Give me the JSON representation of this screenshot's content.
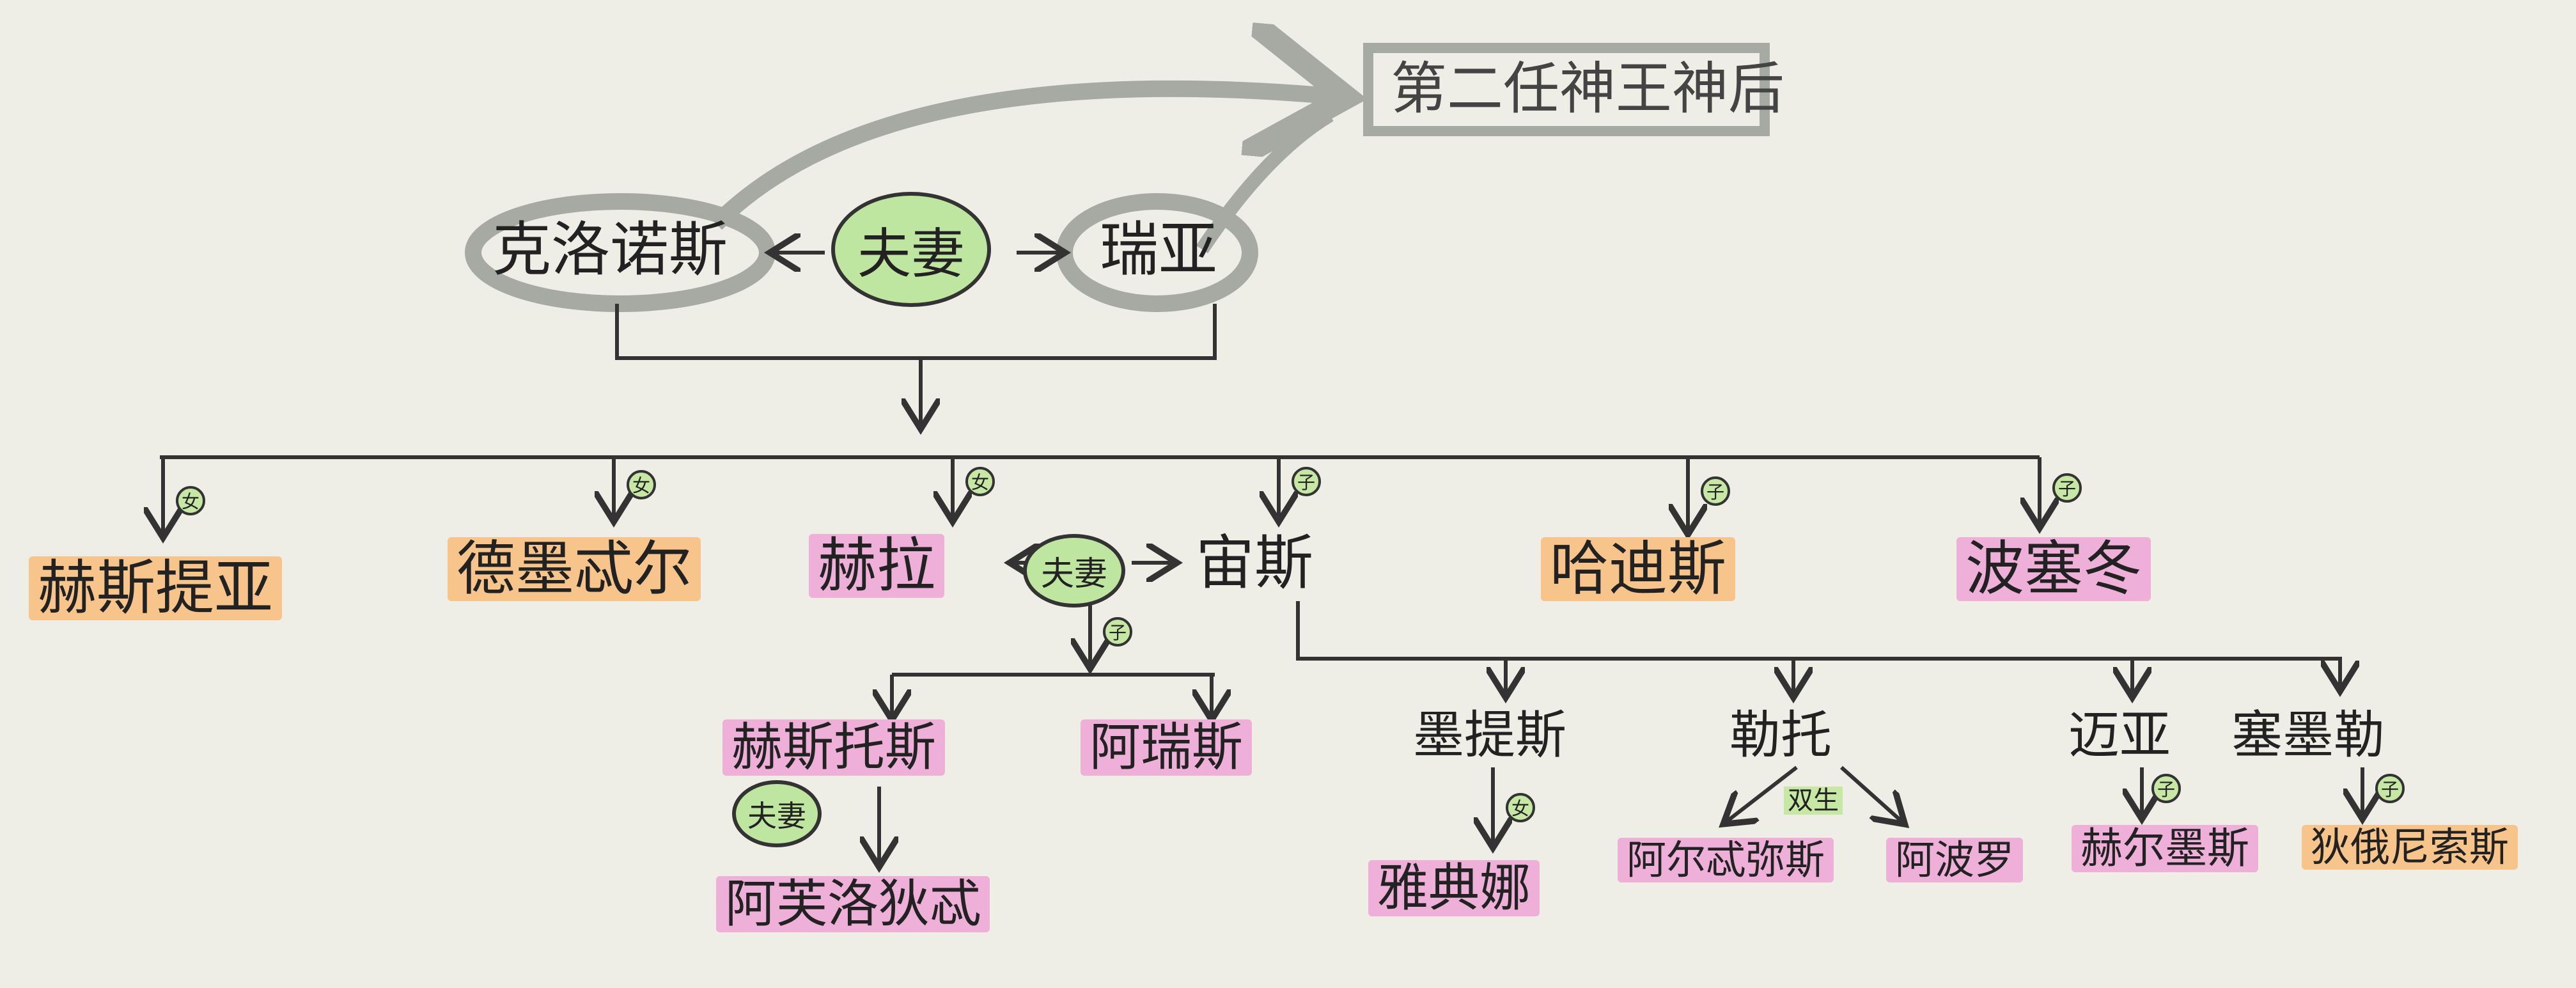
{
  "top_label": "第二任神王神后",
  "parents": {
    "father": "克洛诺斯",
    "mother": "瑞亚",
    "relation": "夫妻"
  },
  "children": [
    {
      "name": "赫斯提亚",
      "gender": "女",
      "highlight": "#f7c58c"
    },
    {
      "name": "德墨忒尔",
      "gender": "女",
      "highlight": "#f7c58c"
    },
    {
      "name": "赫拉",
      "gender": "女",
      "highlight": "#eeb0d8"
    },
    {
      "name": "宙斯",
      "gender": "子",
      "highlight": "#eeb0d8"
    },
    {
      "name": "哈迪斯",
      "gender": "子",
      "highlight": "#f7c58c"
    },
    {
      "name": "波塞冬",
      "gender": "子",
      "highlight": "#eeb0d8"
    }
  ],
  "hera_zeus": {
    "relation": "夫妻",
    "gender": "子"
  },
  "hera_zeus_children": [
    {
      "name": "赫斯托斯",
      "highlight": "#eeb0d8"
    },
    {
      "name": "阿瑞斯",
      "highlight": "#eeb0d8"
    }
  ],
  "hephaestus_spouse": {
    "relation": "夫妻",
    "child": "阿芙洛狄忒"
  },
  "zeus_children": [
    {
      "name": "墨提斯",
      "gender": "女",
      "child": "雅典娜"
    },
    {
      "name": "勒托",
      "twins_label": "双生",
      "children": [
        "阿尔忒弥斯",
        "阿波罗"
      ]
    },
    {
      "name": "迈亚",
      "gender": "子",
      "child": "赫尔墨斯"
    },
    {
      "name": "塞墨勒",
      "gender": "子",
      "child": "狄俄尼索斯"
    }
  ],
  "colors": {
    "pink": "#eeb0d8",
    "orange": "#f7c58c",
    "green": "#bfe6a0",
    "grey": "#a7aaa2",
    "ink": "#333333"
  }
}
